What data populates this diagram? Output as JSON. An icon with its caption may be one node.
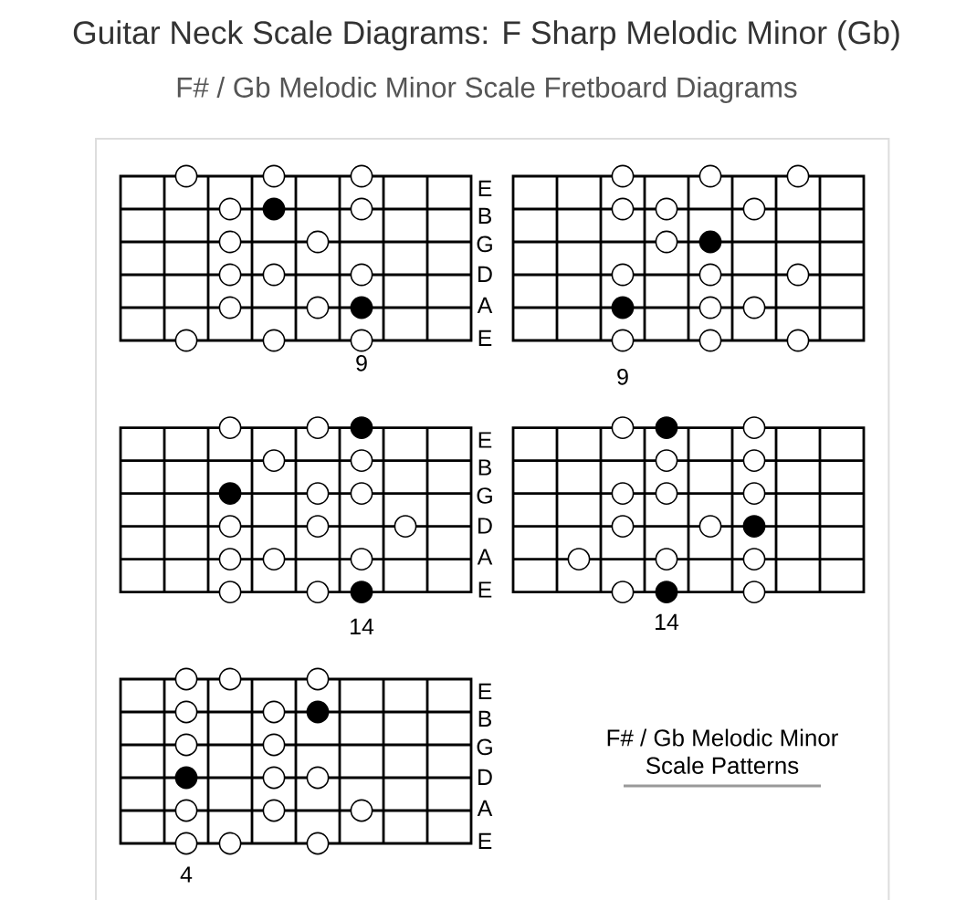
{
  "diagram": {
    "title": "Guitar Neck Scale Diagrams: F Sharp Melodic Minor (Gb)",
    "caption": "F# / Gb Melodic Minor Scale Patterns",
    "labels": [
      "F# / Gb Melodic Minor Scale Fretboard Diagrams",
      "E",
      "B",
      "G",
      "D",
      "A",
      "E",
      "9",
      "9",
      "E",
      "B",
      "G",
      "D",
      "A",
      "E",
      "14",
      "14",
      "E",
      "B",
      "G",
      "D",
      "A",
      "E",
      "4"
    ]
  }
}
